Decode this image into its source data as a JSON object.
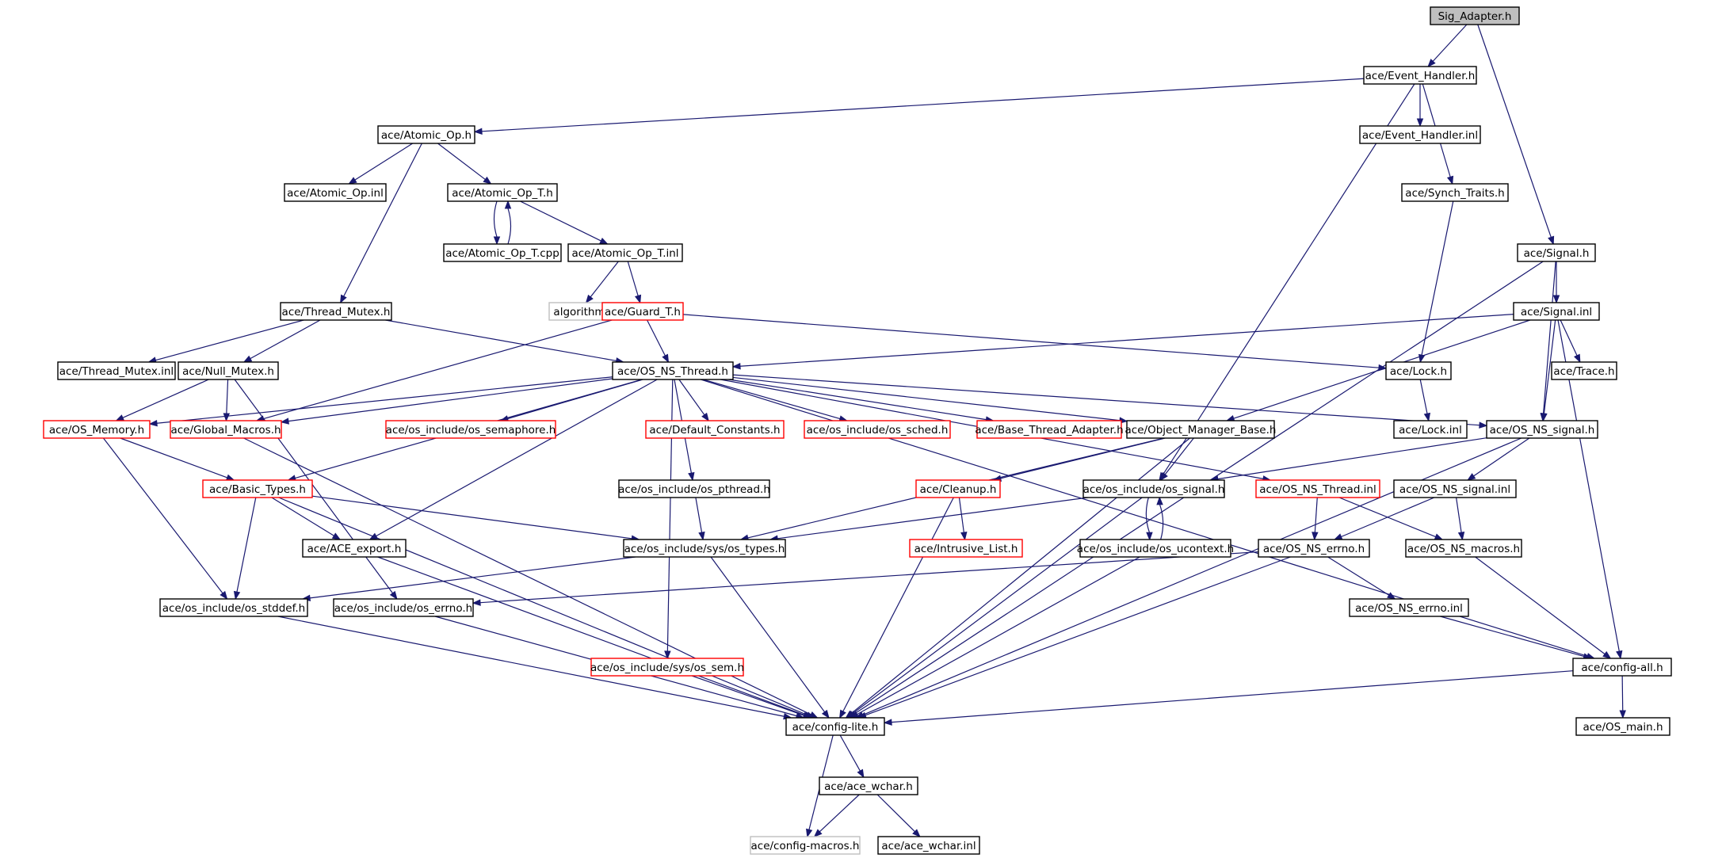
{
  "diagram": {
    "nodes": [
      {
        "id": "sig_adapter",
        "label": "Sig_Adapter.h",
        "style": "root"
      },
      {
        "id": "event_handler_h",
        "label": "ace/Event_Handler.h",
        "style": "black"
      },
      {
        "id": "atomic_op_h",
        "label": "ace/Atomic_Op.h",
        "style": "black"
      },
      {
        "id": "event_handler_inl",
        "label": "ace/Event_Handler.inl",
        "style": "black"
      },
      {
        "id": "atomic_op_inl",
        "label": "ace/Atomic_Op.inl",
        "style": "black"
      },
      {
        "id": "atomic_op_t_h",
        "label": "ace/Atomic_Op_T.h",
        "style": "black"
      },
      {
        "id": "synch_traits",
        "label": "ace/Synch_Traits.h",
        "style": "black"
      },
      {
        "id": "atomic_op_t_cpp",
        "label": "ace/Atomic_Op_T.cpp",
        "style": "black"
      },
      {
        "id": "atomic_op_t_inl",
        "label": "ace/Atomic_Op_T.inl",
        "style": "black"
      },
      {
        "id": "signal_h",
        "label": "ace/Signal.h",
        "style": "black"
      },
      {
        "id": "algorithm",
        "label": "algorithm",
        "style": "gray"
      },
      {
        "id": "guard_t",
        "label": "ace/Guard_T.h",
        "style": "red"
      },
      {
        "id": "thread_mutex_h",
        "label": "ace/Thread_Mutex.h",
        "style": "black"
      },
      {
        "id": "signal_inl",
        "label": "ace/Signal.inl",
        "style": "black"
      },
      {
        "id": "thread_mutex_inl",
        "label": "ace/Thread_Mutex.inl",
        "style": "black"
      },
      {
        "id": "null_mutex",
        "label": "ace/Null_Mutex.h",
        "style": "black"
      },
      {
        "id": "os_ns_thread_h",
        "label": "ace/OS_NS_Thread.h",
        "style": "black"
      },
      {
        "id": "lock_h",
        "label": "ace/Lock.h",
        "style": "black"
      },
      {
        "id": "trace_h",
        "label": "ace/Trace.h",
        "style": "black"
      },
      {
        "id": "os_memory",
        "label": "ace/OS_Memory.h",
        "style": "red"
      },
      {
        "id": "global_macros",
        "label": "ace/Global_Macros.h",
        "style": "red"
      },
      {
        "id": "os_semaphore",
        "label": "ace/os_include/os_semaphore.h",
        "style": "red"
      },
      {
        "id": "default_constants",
        "label": "ace/Default_Constants.h",
        "style": "red"
      },
      {
        "id": "os_sched",
        "label": "ace/os_include/os_sched.h",
        "style": "red"
      },
      {
        "id": "base_thread_adapter",
        "label": "ace/Base_Thread_Adapter.h",
        "style": "red"
      },
      {
        "id": "object_manager_base",
        "label": "ace/Object_Manager_Base.h",
        "style": "black"
      },
      {
        "id": "lock_inl",
        "label": "ace/Lock.inl",
        "style": "black"
      },
      {
        "id": "os_ns_signal_h",
        "label": "ace/OS_NS_signal.h",
        "style": "black"
      },
      {
        "id": "basic_types",
        "label": "ace/Basic_Types.h",
        "style": "red"
      },
      {
        "id": "os_pthread",
        "label": "ace/os_include/os_pthread.h",
        "style": "black"
      },
      {
        "id": "cleanup_h",
        "label": "ace/Cleanup.h",
        "style": "red"
      },
      {
        "id": "os_signal",
        "label": "ace/os_include/os_signal.h",
        "style": "black"
      },
      {
        "id": "os_ns_thread_inl",
        "label": "ace/OS_NS_Thread.inl",
        "style": "red"
      },
      {
        "id": "os_ns_signal_inl",
        "label": "ace/OS_NS_signal.inl",
        "style": "black"
      },
      {
        "id": "ace_export",
        "label": "ace/ACE_export.h",
        "style": "black"
      },
      {
        "id": "os_types",
        "label": "ace/os_include/sys/os_types.h",
        "style": "black"
      },
      {
        "id": "intrusive_list",
        "label": "ace/Intrusive_List.h",
        "style": "red"
      },
      {
        "id": "os_ucontext",
        "label": "ace/os_include/os_ucontext.h",
        "style": "black"
      },
      {
        "id": "os_ns_errno_h",
        "label": "ace/OS_NS_errno.h",
        "style": "black"
      },
      {
        "id": "os_ns_macros",
        "label": "ace/OS_NS_macros.h",
        "style": "black"
      },
      {
        "id": "os_stddef",
        "label": "ace/os_include/os_stddef.h",
        "style": "black"
      },
      {
        "id": "os_errno",
        "label": "ace/os_include/os_errno.h",
        "style": "black"
      },
      {
        "id": "os_ns_errno_inl",
        "label": "ace/OS_NS_errno.inl",
        "style": "black"
      },
      {
        "id": "os_sem",
        "label": "ace/os_include/sys/os_sem.h",
        "style": "red"
      },
      {
        "id": "config_all",
        "label": "ace/config-all.h",
        "style": "black"
      },
      {
        "id": "config_lite",
        "label": "ace/config-lite.h",
        "style": "black"
      },
      {
        "id": "os_main",
        "label": "ace/OS_main.h",
        "style": "black"
      },
      {
        "id": "ace_wchar_h",
        "label": "ace/ace_wchar.h",
        "style": "black"
      },
      {
        "id": "config_macros",
        "label": "ace/config-macros.h",
        "style": "gray"
      },
      {
        "id": "ace_wchar_inl",
        "label": "ace/ace_wchar.inl",
        "style": "black"
      }
    ],
    "edges": [
      [
        "sig_adapter",
        "event_handler_h"
      ],
      [
        "sig_adapter",
        "signal_h"
      ],
      [
        "event_handler_h",
        "atomic_op_h"
      ],
      [
        "event_handler_h",
        "event_handler_inl"
      ],
      [
        "event_handler_h",
        "synch_traits"
      ],
      [
        "event_handler_h",
        "os_signal"
      ],
      [
        "atomic_op_h",
        "atomic_op_inl"
      ],
      [
        "atomic_op_h",
        "atomic_op_t_h"
      ],
      [
        "atomic_op_h",
        "thread_mutex_h"
      ],
      [
        "atomic_op_t_h",
        "atomic_op_t_cpp"
      ],
      [
        "atomic_op_t_cpp",
        "atomic_op_t_h"
      ],
      [
        "atomic_op_t_h",
        "atomic_op_t_inl"
      ],
      [
        "atomic_op_t_inl",
        "algorithm"
      ],
      [
        "atomic_op_t_inl",
        "guard_t"
      ],
      [
        "guard_t",
        "os_ns_thread_h"
      ],
      [
        "guard_t",
        "lock_h"
      ],
      [
        "guard_t",
        "global_macros"
      ],
      [
        "synch_traits",
        "lock_h"
      ],
      [
        "signal_h",
        "signal_inl"
      ],
      [
        "signal_h",
        "os_ns_signal_h"
      ],
      [
        "signal_h",
        "config_lite"
      ],
      [
        "signal_inl",
        "os_ns_thread_h"
      ],
      [
        "signal_inl",
        "trace_h"
      ],
      [
        "signal_inl",
        "os_ns_signal_h"
      ],
      [
        "signal_inl",
        "object_manager_base"
      ],
      [
        "signal_inl",
        "config_all"
      ],
      [
        "thread_mutex_h",
        "thread_mutex_inl"
      ],
      [
        "thread_mutex_h",
        "null_mutex"
      ],
      [
        "thread_mutex_h",
        "os_ns_thread_h"
      ],
      [
        "null_mutex",
        "os_memory"
      ],
      [
        "null_mutex",
        "global_macros"
      ],
      [
        "null_mutex",
        "os_errno"
      ],
      [
        "os_ns_thread_h",
        "os_memory"
      ],
      [
        "os_ns_thread_h",
        "global_macros"
      ],
      [
        "os_ns_thread_h",
        "os_semaphore"
      ],
      [
        "os_ns_thread_h",
        "default_constants"
      ],
      [
        "os_ns_thread_h",
        "os_sched"
      ],
      [
        "os_ns_thread_h",
        "base_thread_adapter"
      ],
      [
        "os_ns_thread_h",
        "object_manager_base"
      ],
      [
        "os_ns_thread_h",
        "os_ns_signal_h"
      ],
      [
        "os_ns_thread_h",
        "config_all"
      ],
      [
        "os_ns_thread_h",
        "basic_types"
      ],
      [
        "os_ns_thread_h",
        "ace_export"
      ],
      [
        "os_ns_thread_h",
        "os_pthread"
      ],
      [
        "os_ns_thread_h",
        "os_ns_thread_inl"
      ],
      [
        "os_ns_thread_h",
        "os_sem"
      ],
      [
        "lock_h",
        "lock_inl"
      ],
      [
        "os_memory",
        "basic_types"
      ],
      [
        "os_memory",
        "os_stddef"
      ],
      [
        "global_macros",
        "config_lite"
      ],
      [
        "object_manager_base",
        "cleanup_h"
      ],
      [
        "object_manager_base",
        "os_signal"
      ],
      [
        "object_manager_base",
        "os_types"
      ],
      [
        "object_manager_base",
        "config_lite"
      ],
      [
        "os_ns_signal_h",
        "os_signal"
      ],
      [
        "os_ns_signal_h",
        "os_ns_signal_inl"
      ],
      [
        "os_ns_signal_h",
        "config_lite"
      ],
      [
        "basic_types",
        "ace_export"
      ],
      [
        "basic_types",
        "os_types"
      ],
      [
        "basic_types",
        "os_stddef"
      ],
      [
        "basic_types",
        "config_lite"
      ],
      [
        "os_pthread",
        "os_types"
      ],
      [
        "cleanup_h",
        "intrusive_list"
      ],
      [
        "cleanup_h",
        "config_lite"
      ],
      [
        "os_signal",
        "os_types"
      ],
      [
        "os_signal",
        "os_ucontext"
      ],
      [
        "os_ucontext",
        "os_signal"
      ],
      [
        "os_signal",
        "config_lite"
      ],
      [
        "os_ns_thread_inl",
        "os_ns_errno_h"
      ],
      [
        "os_ns_thread_inl",
        "os_ns_macros"
      ],
      [
        "os_ns_signal_inl",
        "os_ns_errno_h"
      ],
      [
        "os_ns_signal_inl",
        "os_ns_macros"
      ],
      [
        "ace_export",
        "config_lite"
      ],
      [
        "os_types",
        "os_stddef"
      ],
      [
        "os_types",
        "config_lite"
      ],
      [
        "os_ucontext",
        "config_lite"
      ],
      [
        "os_ns_errno_h",
        "os_errno"
      ],
      [
        "os_ns_errno_h",
        "os_ns_errno_inl"
      ],
      [
        "os_ns_errno_h",
        "config_lite"
      ],
      [
        "os_ns_macros",
        "config_all"
      ],
      [
        "os_ns_errno_inl",
        "config_all"
      ],
      [
        "os_stddef",
        "config_lite"
      ],
      [
        "os_errno",
        "config_lite"
      ],
      [
        "os_sem",
        "config_lite"
      ],
      [
        "config_all",
        "config_lite"
      ],
      [
        "config_all",
        "os_main"
      ],
      [
        "config_lite",
        "ace_wchar_h"
      ],
      [
        "config_lite",
        "config_macros"
      ],
      [
        "ace_wchar_h",
        "config_macros"
      ],
      [
        "ace_wchar_h",
        "ace_wchar_inl"
      ]
    ]
  }
}
